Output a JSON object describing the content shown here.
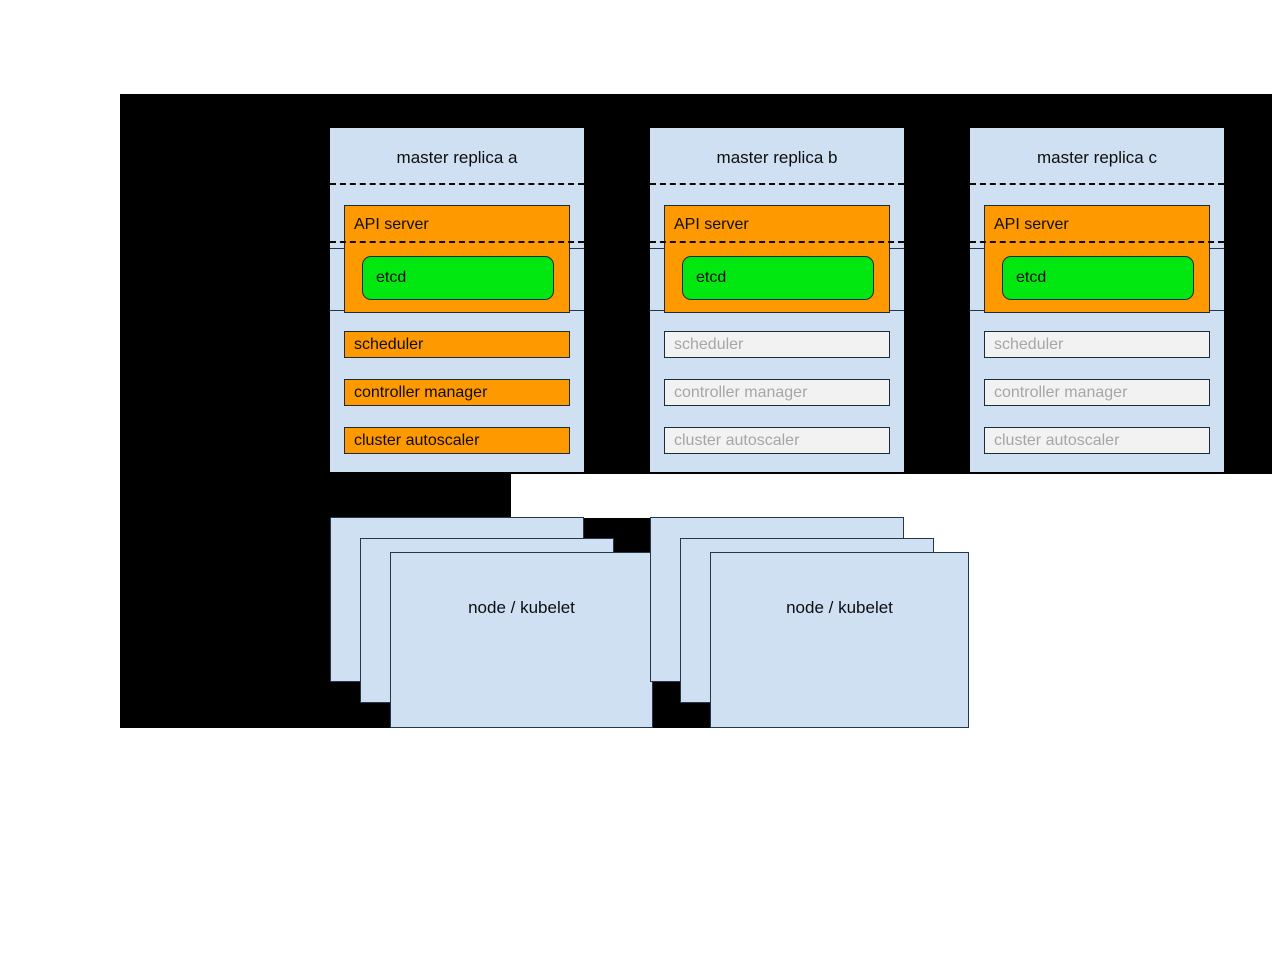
{
  "diagram": {
    "title_text": "",
    "colors": {
      "backdrop": "#000000",
      "card": "#cfe0f3",
      "active": "#ff9900",
      "idle_fill": "#f2f2f2",
      "idle_text": "#a6a6a6",
      "etcd": "#00e810",
      "stroke": "#1c2a3a"
    }
  },
  "masters": [
    {
      "title": "master replica a",
      "api_server": {
        "label": "API server",
        "state": "active"
      },
      "etcd": {
        "label": "etcd",
        "state": "active"
      },
      "components": [
        {
          "label": "scheduler",
          "state": "active"
        },
        {
          "label": "controller manager",
          "state": "active"
        },
        {
          "label": "cluster autoscaler",
          "state": "active"
        }
      ]
    },
    {
      "title": "master replica b",
      "api_server": {
        "label": "API server",
        "state": "active"
      },
      "etcd": {
        "label": "etcd",
        "state": "active"
      },
      "components": [
        {
          "label": "scheduler",
          "state": "idle"
        },
        {
          "label": "controller manager",
          "state": "idle"
        },
        {
          "label": "cluster autoscaler",
          "state": "idle"
        }
      ]
    },
    {
      "title": "master replica c",
      "api_server": {
        "label": "API server",
        "state": "active"
      },
      "etcd": {
        "label": "etcd",
        "state": "active"
      },
      "components": [
        {
          "label": "scheduler",
          "state": "idle"
        },
        {
          "label": "controller manager",
          "state": "idle"
        },
        {
          "label": "cluster autoscaler",
          "state": "idle"
        }
      ]
    }
  ],
  "node_groups": [
    {
      "label": "node / kubelet"
    },
    {
      "label": "node / kubelet"
    }
  ]
}
